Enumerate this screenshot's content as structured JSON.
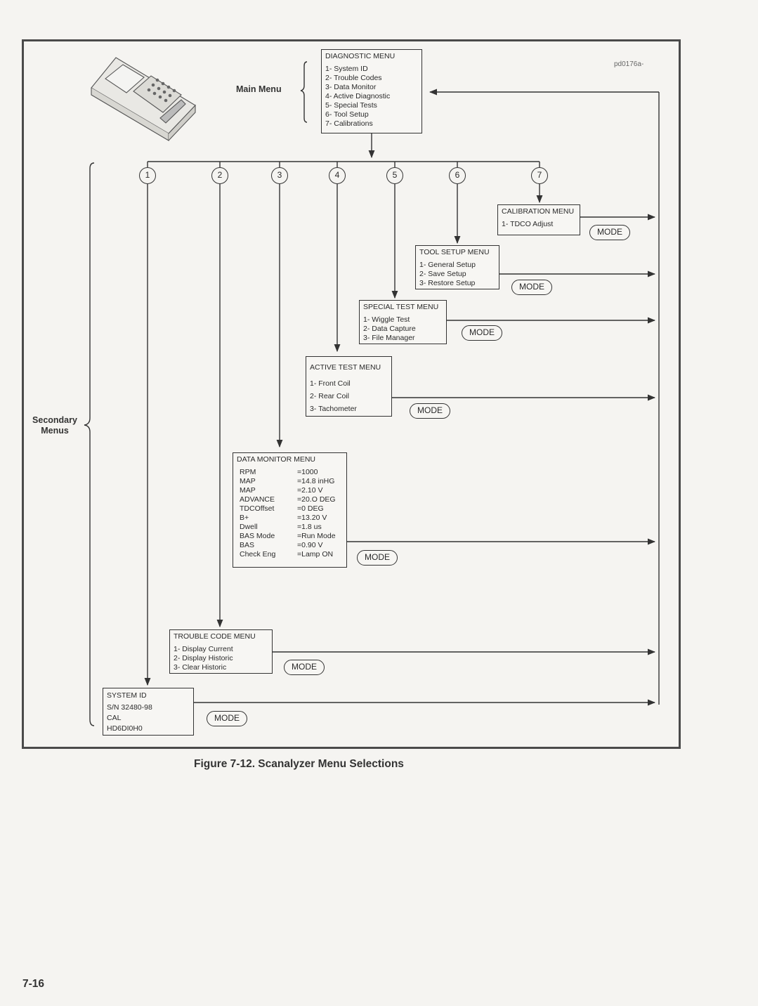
{
  "figure_id": "pd0176a-",
  "labels": {
    "main_menu": "Main Menu",
    "secondary_menus": "Secondary Menus"
  },
  "diagnostic_menu": {
    "title": "DIAGNOSTIC MENU",
    "items": [
      "1- System ID",
      "2- Trouble Codes",
      "3- Data Monitor",
      "4- Active Diagnostic",
      "5- Special Tests",
      "6- Tool Setup",
      "7- Calibrations"
    ]
  },
  "branch_numbers": [
    "1",
    "2",
    "3",
    "4",
    "5",
    "6",
    "7"
  ],
  "calibration_menu": {
    "title": "CALIBRATION MENU",
    "items": [
      "1- TDCO Adjust"
    ]
  },
  "tool_setup_menu": {
    "title": "TOOL SETUP MENU",
    "items": [
      "1- General Setup",
      "2- Save Setup",
      "3- Restore Setup"
    ]
  },
  "special_test_menu": {
    "title": "SPECIAL TEST MENU",
    "items": [
      "1- Wiggle Test",
      "2- Data Capture",
      "3- File Manager"
    ]
  },
  "active_test_menu": {
    "title": "ACTIVE TEST MENU",
    "items": [
      "1- Front Coil",
      "2- Rear Coil",
      "3- Tachometer"
    ]
  },
  "data_monitor_menu": {
    "title": "DATA MONITOR MENU",
    "rows": [
      {
        "key": "RPM",
        "value": "=1000"
      },
      {
        "key": "MAP",
        "value": "=14.8 inHG"
      },
      {
        "key": "MAP",
        "value": "=2.10 V"
      },
      {
        "key": "ADVANCE",
        "value": "=20.O  DEG"
      },
      {
        "key": "TDCOffset",
        "value": "=0 DEG"
      },
      {
        "key": "B+",
        "value": "=13.20  V"
      },
      {
        "key": "Dwell",
        "value": "=1.8 us"
      },
      {
        "key": "BAS Mode",
        "value": "=Run Mode"
      },
      {
        "key": "BAS",
        "value": "=0.90 V"
      },
      {
        "key": "Check Eng",
        "value": "=Lamp ON"
      }
    ]
  },
  "trouble_code_menu": {
    "title": "TROUBLE CODE MENU",
    "items": [
      "1- Display Current",
      "2- Display Historic",
      "3- Clear Historic"
    ]
  },
  "system_id": {
    "title": "SYSTEM ID",
    "items": [
      "S/N 32480-98",
      "CAL",
      "HD6DI0H0"
    ]
  },
  "mode_label": "MODE",
  "caption": "Figure 7-12. Scanalyzer Menu Selections",
  "page_number": "7-16"
}
